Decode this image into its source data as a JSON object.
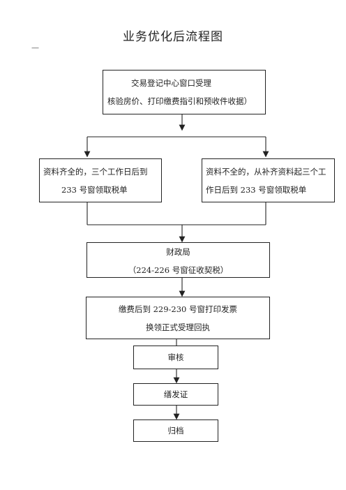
{
  "page": {
    "title": "业务优化后流程图",
    "dash": "—"
  },
  "flow": {
    "step1": {
      "line1": "交易登记中心窗口受理",
      "line2": "核验房价、打印缴费指引和预收件收据）"
    },
    "branch_left": {
      "line1": "资料齐全的，三个工作日后到",
      "line2": "233 号窗领取税单"
    },
    "branch_right": {
      "line1": "资料不全的，从补齐资料起三个工",
      "line2": "作日后到 233 号窗领取税单"
    },
    "step3": {
      "line1": "财政局",
      "line2": "（224-226 号窗征收契税）"
    },
    "step4": {
      "line1": "缴费后到 229-230 号窗打印发票",
      "line2": "换领正式受理回执"
    },
    "step5": {
      "label": "审核"
    },
    "step6": {
      "label": "缮发证"
    },
    "step7": {
      "label": "归档"
    }
  }
}
